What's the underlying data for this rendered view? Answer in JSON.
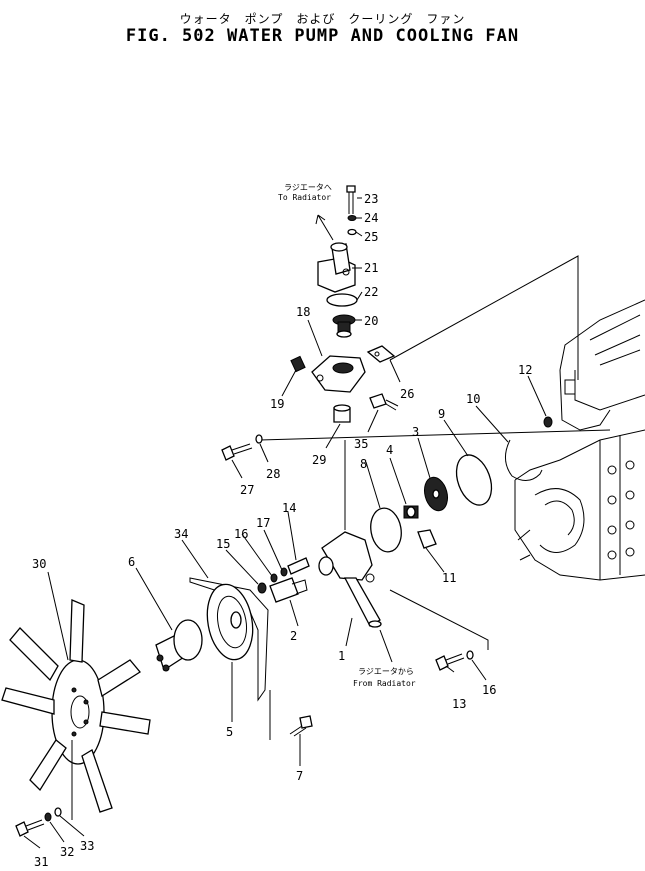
{
  "title_jp": "ウォータ　ポンプ　および　クーリング　ファン",
  "title_en": "FIG. 502  WATER PUMP AND COOLING FAN",
  "notes": {
    "to_radiator_jp": "ラジエータへ",
    "to_radiator_en": "To Radiator",
    "from_radiator_jp": "ラジエータから",
    "from_radiator_en": "From Radiator"
  },
  "labels": [
    {
      "id": "l23",
      "text": "23"
    },
    {
      "id": "l24",
      "text": "24"
    },
    {
      "id": "l25",
      "text": "25"
    },
    {
      "id": "l21",
      "text": "21"
    },
    {
      "id": "l22",
      "text": "22"
    },
    {
      "id": "l20",
      "text": "20"
    },
    {
      "id": "l18",
      "text": "18"
    },
    {
      "id": "l26",
      "text": "26"
    },
    {
      "id": "l19",
      "text": "19"
    },
    {
      "id": "l12",
      "text": "12"
    },
    {
      "id": "l10",
      "text": "10"
    },
    {
      "id": "l9",
      "text": "9"
    },
    {
      "id": "l3",
      "text": "3"
    },
    {
      "id": "l35",
      "text": "35"
    },
    {
      "id": "l29",
      "text": "29"
    },
    {
      "id": "l28",
      "text": "28"
    },
    {
      "id": "l27",
      "text": "27"
    },
    {
      "id": "l8",
      "text": "8"
    },
    {
      "id": "l4",
      "text": "4"
    },
    {
      "id": "l34",
      "text": "34"
    },
    {
      "id": "l14",
      "text": "14"
    },
    {
      "id": "l17",
      "text": "17"
    },
    {
      "id": "l16a",
      "text": "16"
    },
    {
      "id": "l15",
      "text": "15"
    },
    {
      "id": "l11",
      "text": "11"
    },
    {
      "id": "l30",
      "text": "30"
    },
    {
      "id": "l6",
      "text": "6"
    },
    {
      "id": "l2",
      "text": "2"
    },
    {
      "id": "l1",
      "text": "1"
    },
    {
      "id": "l13",
      "text": "13"
    },
    {
      "id": "l16b",
      "text": "16"
    },
    {
      "id": "l5",
      "text": "5"
    },
    {
      "id": "l7",
      "text": "7"
    },
    {
      "id": "l31",
      "text": "31"
    },
    {
      "id": "l32",
      "text": "32"
    },
    {
      "id": "l33",
      "text": "33"
    }
  ]
}
